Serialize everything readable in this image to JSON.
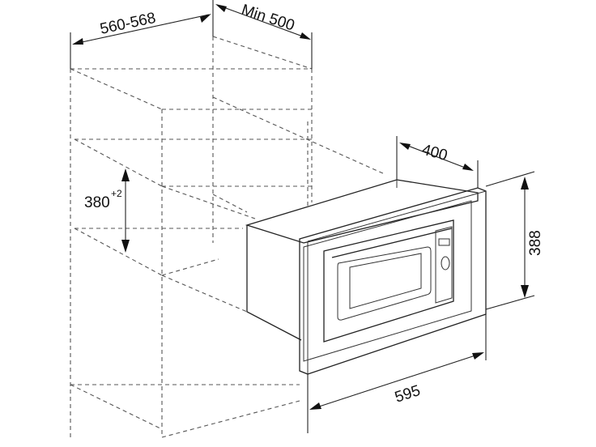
{
  "dimensions": {
    "niche_width": "560-568",
    "niche_depth": "Min 500",
    "niche_height": "380",
    "niche_height_tolerance": "+2",
    "appliance_depth": "400",
    "frame_height": "388",
    "frame_width": "595"
  }
}
